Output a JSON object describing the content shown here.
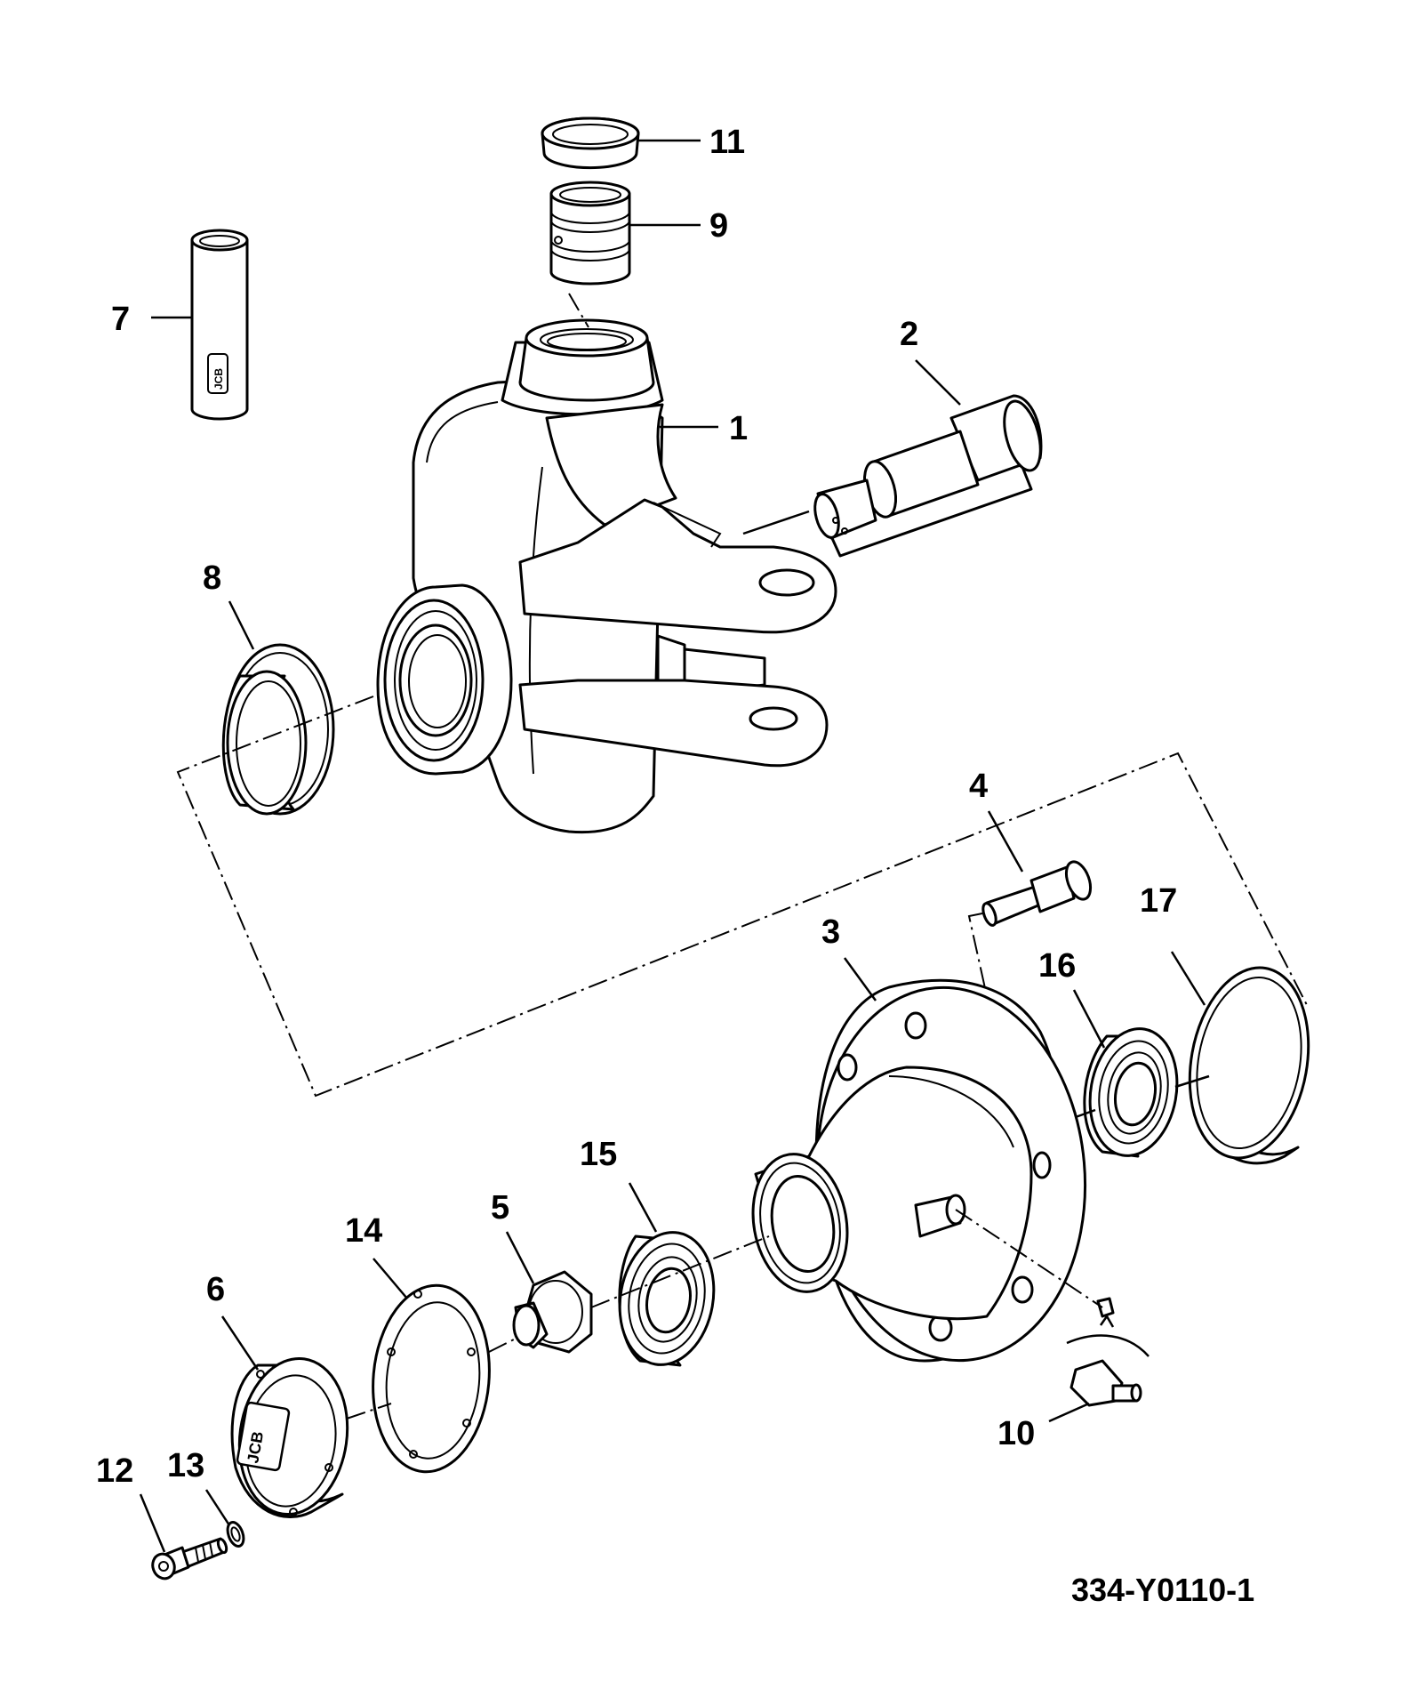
{
  "diagram": {
    "reference_code": "334-Y0110-1",
    "callouts": [
      {
        "id": "c1",
        "label": "1"
      },
      {
        "id": "c2",
        "label": "2"
      },
      {
        "id": "c3",
        "label": "3"
      },
      {
        "id": "c4",
        "label": "4"
      },
      {
        "id": "c5",
        "label": "5"
      },
      {
        "id": "c6",
        "label": "6"
      },
      {
        "id": "c7",
        "label": "7"
      },
      {
        "id": "c8",
        "label": "8"
      },
      {
        "id": "c9",
        "label": "9"
      },
      {
        "id": "c10",
        "label": "10"
      },
      {
        "id": "c11",
        "label": "11"
      },
      {
        "id": "c12",
        "label": "12"
      },
      {
        "id": "c13",
        "label": "13"
      },
      {
        "id": "c14",
        "label": "14"
      },
      {
        "id": "c15",
        "label": "15"
      },
      {
        "id": "c16",
        "label": "16"
      },
      {
        "id": "c17",
        "label": "17"
      }
    ],
    "logos": [
      "JCB",
      "JCB"
    ]
  }
}
